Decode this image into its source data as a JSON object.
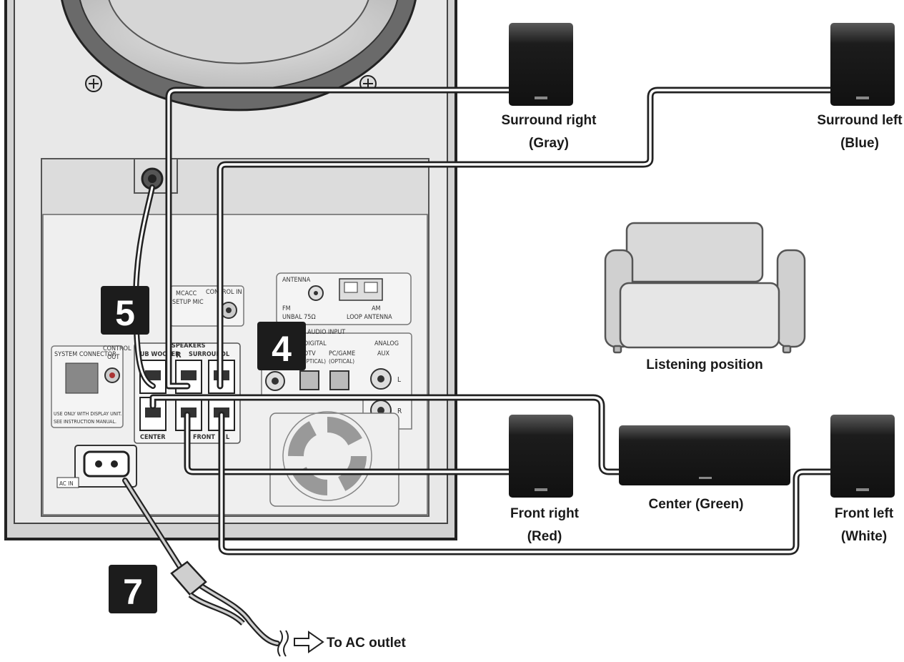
{
  "steps": {
    "five": "5",
    "four": "4",
    "seven": "7"
  },
  "speakers": {
    "surround_right": {
      "line1": "Surround right",
      "line2": "(Gray)"
    },
    "surround_left": {
      "line1": "Surround left",
      "line2": "(Blue)"
    },
    "front_right": {
      "line1": "Front right",
      "line2": "(Red)"
    },
    "center": {
      "line1": "Center (Green)"
    },
    "front_left": {
      "line1": "Front left",
      "line2": "(White)"
    }
  },
  "listening_position": "Listening position",
  "ac_outlet": "To AC outlet",
  "panel": {
    "antenna": "ANTENNA",
    "fm_unbal": "FM",
    "fm_unbal2": "UNBAL 75Ω",
    "am_loop": "AM",
    "am_loop2": "LOOP ANTENNA",
    "mcacc": "MCACC",
    "setup_mic": "SETUP MIC",
    "control_in": "CONTROL IN",
    "control_out": "CONTROL",
    "control_out2": "OUT",
    "system_connector": "SYSTEM CONNECTOR",
    "use_only": "USE ONLY WITH DISPLAY UNIT.",
    "see_manual": "SEE INSTRUCTION MANUAL.",
    "audio_input": "AUDIO  INPUT",
    "digital": "DIGITAL",
    "analog": "ANALOG",
    "dtv": "DTV",
    "dtv_optical": "(OPTICAL)",
    "pc_game": "PC/GAME",
    "pc_optical": "(OPTICAL)",
    "aux": "AUX",
    "aux_l": "L",
    "aux_r": "R",
    "speakers": "SPEAKERS",
    "sub_woofer": "SUB WOOFER",
    "surround": "SURROUND",
    "sp_r": "R",
    "sp_l": "L",
    "center": "CENTER",
    "front": "FRONT",
    "ac_in": "AC IN"
  }
}
